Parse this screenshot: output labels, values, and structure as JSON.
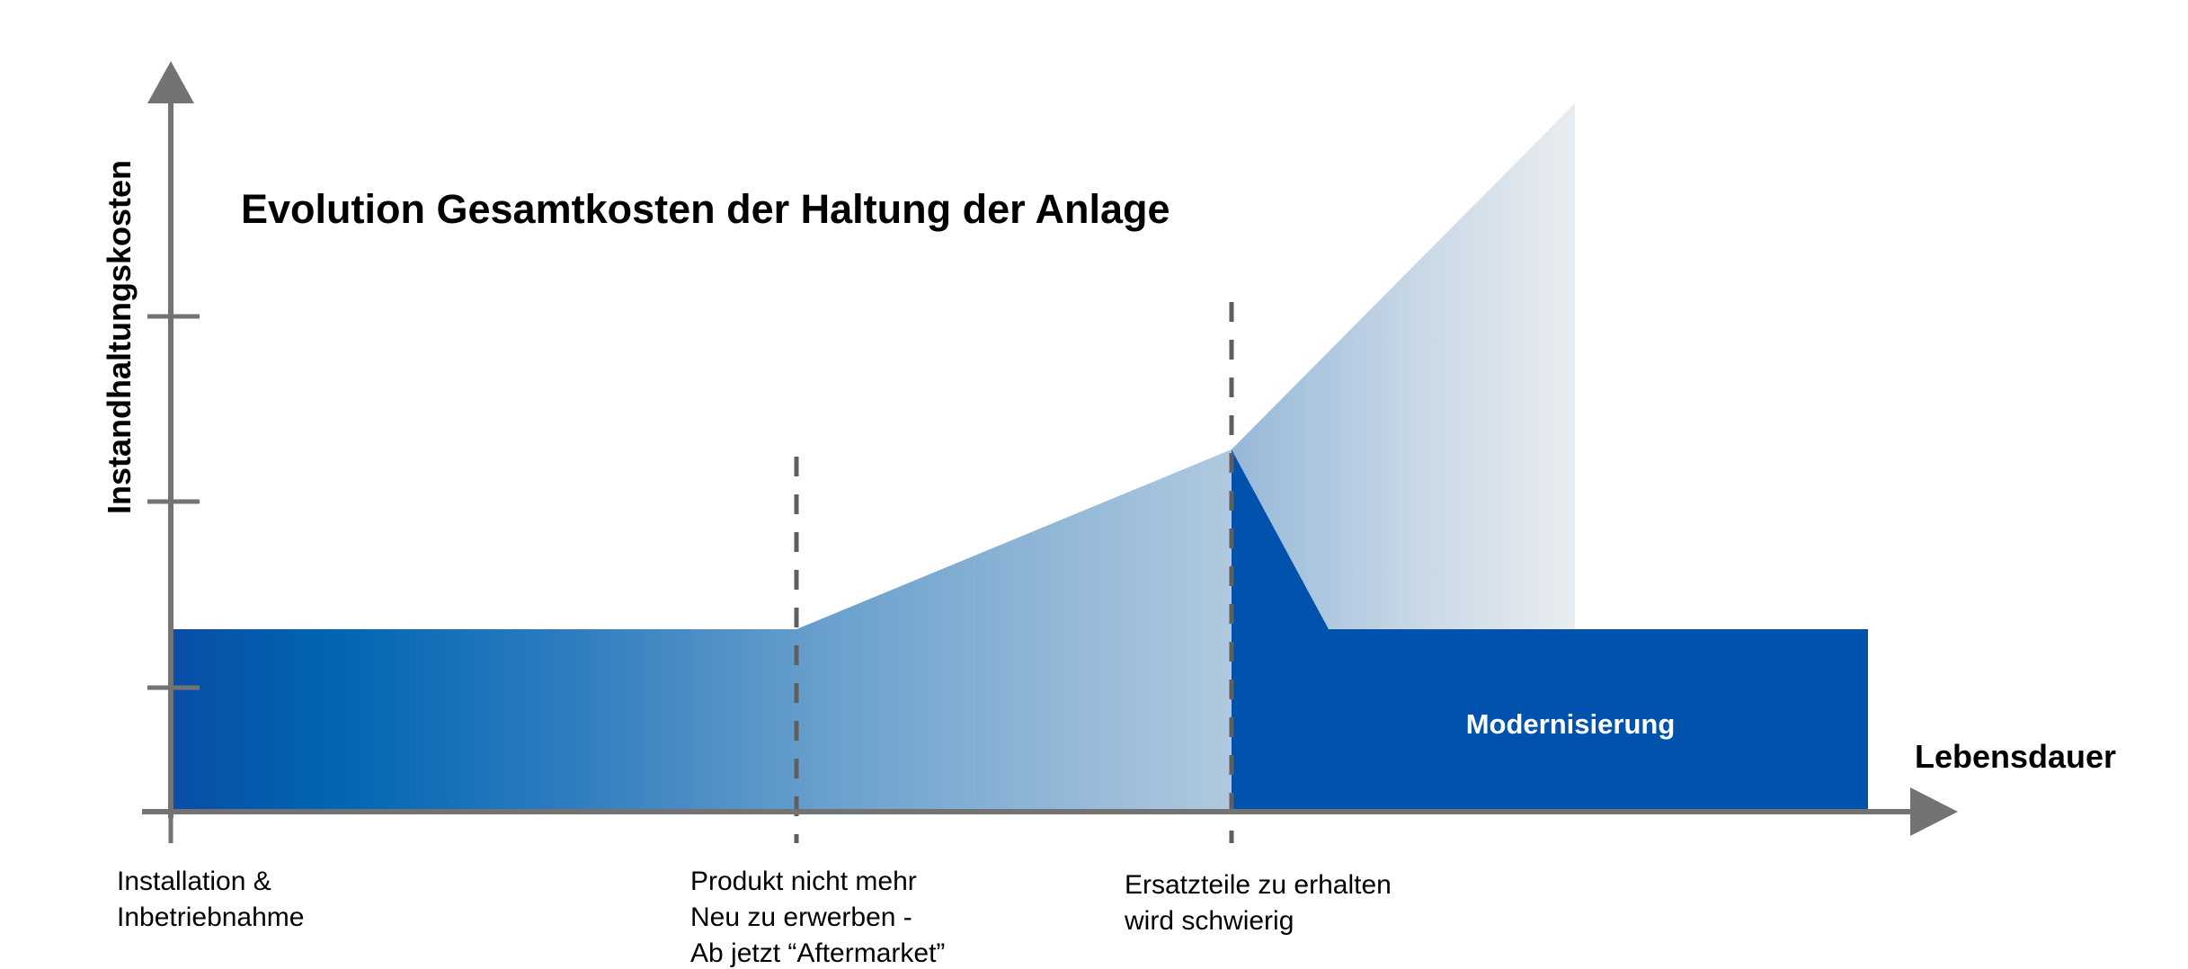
{
  "title": "Evolution Gesamtkosten der Haltung der Anlage",
  "y_axis_label": "Instandhaltungskosten",
  "x_axis_label": "Lebensdauer",
  "region_label": "Modernisierung",
  "milestones": [
    {
      "lines": [
        "Installation &",
        "Inbetriebnahme"
      ]
    },
    {
      "lines": [
        "Produkt nicht mehr",
        "Neu zu erwerben -",
        "Ab jetzt “Aftermarket”"
      ]
    },
    {
      "lines": [
        "Ersatzteile zu erhalten",
        "wird schwierig"
      ]
    }
  ],
  "colors": {
    "axis": "#737373",
    "dashed_line": "#5f5f5f",
    "modernisierung": "#0052ac",
    "gradient_start": "#0a4da8",
    "gradient_mid": "#0065b3",
    "gradient_end": "#b0c9df",
    "projection_start": "#95b8d8",
    "projection_end": "#e9edf0"
  }
}
